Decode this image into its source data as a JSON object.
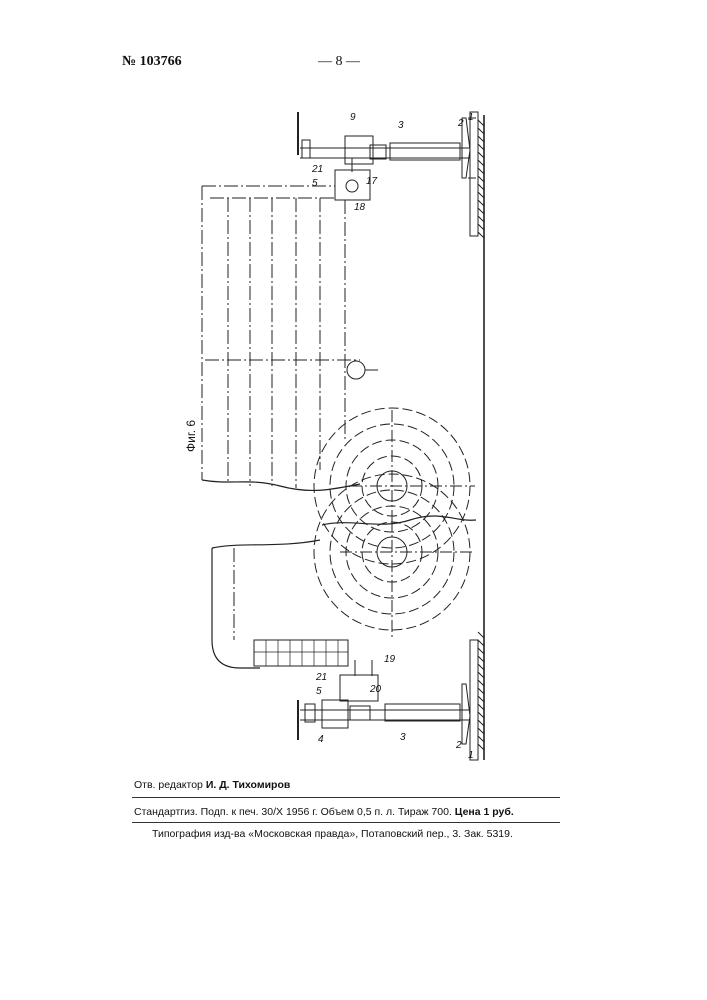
{
  "header": {
    "patent_number": "№ 103766",
    "page_number": "— 8 —"
  },
  "figure": {
    "caption": "Фиг. 6",
    "callouts": [
      "9",
      "3",
      "2",
      "1",
      "21",
      "5",
      "17",
      "18",
      "19",
      "21",
      "5",
      "20",
      "4",
      "3",
      "2",
      "1"
    ]
  },
  "footer": {
    "editor_label": "Отв. редактор",
    "editor_name": "И. Д. Тихомиров",
    "imprint_line": "Стандартгиз. Подп. к печ. 30/X 1956 г. Объем 0,5 п. л. Тираж 700.",
    "price": "Цена 1 руб.",
    "printer_line": "Типография изд-ва «Московская правда», Потаповский пер., 3. Зак. 5319."
  }
}
